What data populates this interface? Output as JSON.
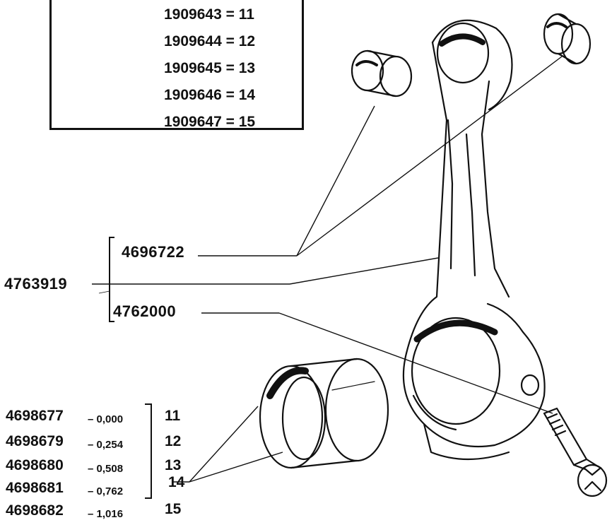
{
  "legend": {
    "rows": [
      {
        "part": "1909643",
        "eq": "=",
        "size": "11"
      },
      {
        "part": "1909644",
        "eq": "=",
        "size": "12"
      },
      {
        "part": "1909645",
        "eq": "=",
        "size": "13"
      },
      {
        "part": "1909646",
        "eq": "=",
        "size": "14"
      },
      {
        "part": "1909647",
        "eq": "=",
        "size": "15"
      }
    ]
  },
  "assembly": {
    "part": "4763919",
    "bushing": "4696722",
    "bolt": "4762000"
  },
  "bearings": {
    "rows": [
      {
        "part": "4698677",
        "undersize": "– 0,000",
        "size": "11"
      },
      {
        "part": "4698679",
        "undersize": "– 0,254",
        "size": "12"
      },
      {
        "part": "4698680",
        "undersize": "– 0,508",
        "size": "13"
      },
      {
        "part": "4698681",
        "undersize": "– 0,762",
        "size": "14"
      },
      {
        "part": "4698682",
        "undersize": "– 1,016",
        "size": "15"
      }
    ]
  }
}
